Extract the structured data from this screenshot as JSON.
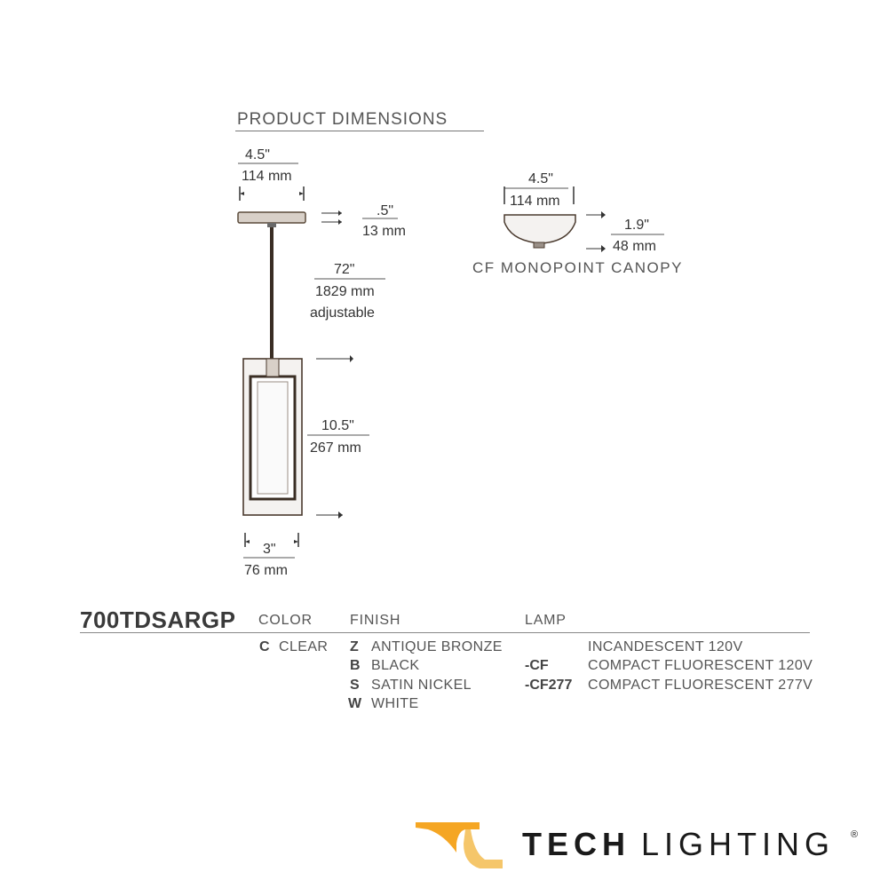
{
  "heading": "PRODUCT DIMENSIONS",
  "pendant": {
    "canopy_width_in": "4.5\"",
    "canopy_width_mm": "114 mm",
    "canopy_height_in": ".5\"",
    "canopy_height_mm": "13 mm",
    "cable_length_in": "72\"",
    "cable_length_mm": "1829 mm",
    "cable_note": "adjustable",
    "shade_height_in": "10.5\"",
    "shade_height_mm": "267 mm",
    "shade_width_in": "3\"",
    "shade_width_mm": "76 mm"
  },
  "canopy": {
    "width_in": "4.5\"",
    "width_mm": "114 mm",
    "height_in": "1.9\"",
    "height_mm": "48 mm",
    "caption": "CF MONOPOINT CANOPY"
  },
  "spec": {
    "model": "700TDSARGP",
    "color_header": "COLOR",
    "finish_header": "FINISH",
    "lamp_header": "LAMP",
    "colors": [
      {
        "code": "C",
        "label": "CLEAR"
      }
    ],
    "finishes": [
      {
        "code": "Z",
        "label": "ANTIQUE BRONZE"
      },
      {
        "code": "B",
        "label": "BLACK"
      },
      {
        "code": "S",
        "label": "SATIN NICKEL"
      },
      {
        "code": "W",
        "label": "WHITE"
      }
    ],
    "lamps": [
      {
        "code": "",
        "label": "INCANDESCENT 120V"
      },
      {
        "code": "-CF",
        "label": "COMPACT FLUORESCENT 120V"
      },
      {
        "code": "-CF277",
        "label": "COMPACT FLUORESCENT 277V"
      }
    ]
  },
  "brand": {
    "word1": "TECH",
    "word2": "LIGHTING",
    "reg_mark": "®",
    "logo_color": "#f5a623"
  }
}
